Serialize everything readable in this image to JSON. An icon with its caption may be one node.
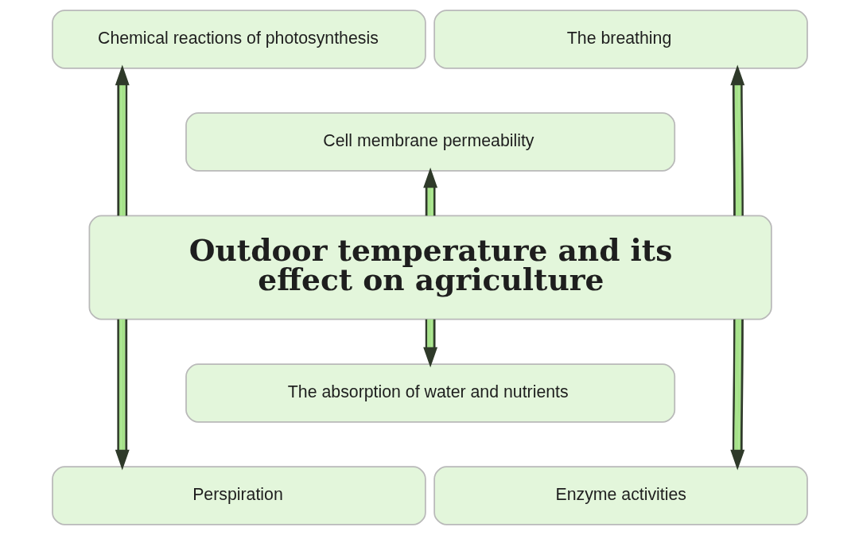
{
  "diagram": {
    "nodes": [
      {
        "text": [
          "Chemical reactions of photosynthesis"
        ]
      },
      {
        "text": [
          "The breathing"
        ]
      },
      {
        "text": [
          "Cell membrane permeability"
        ]
      },
      {
        "text": [
          "Outdoor temperature and its effect on agriculture"
        ]
      },
      {
        "text": [
          "The absorption of water and nutrients"
        ]
      },
      {
        "text": [
          "Perspiration"
        ]
      },
      {
        "text": [
          "Enzyme activities"
        ]
      }
    ],
    "edges": [
      {
        "from": 3,
        "to": 0,
        "arrow": "to"
      },
      {
        "from": 3,
        "to": 2,
        "arrow": "to"
      },
      {
        "from": 3,
        "to": 1,
        "arrow": "to"
      },
      {
        "from": 3,
        "to": 5,
        "arrow": "to"
      },
      {
        "from": 3,
        "to": 4,
        "arrow": "to"
      },
      {
        "from": 3,
        "to": 6,
        "arrow": "to"
      }
    ]
  }
}
